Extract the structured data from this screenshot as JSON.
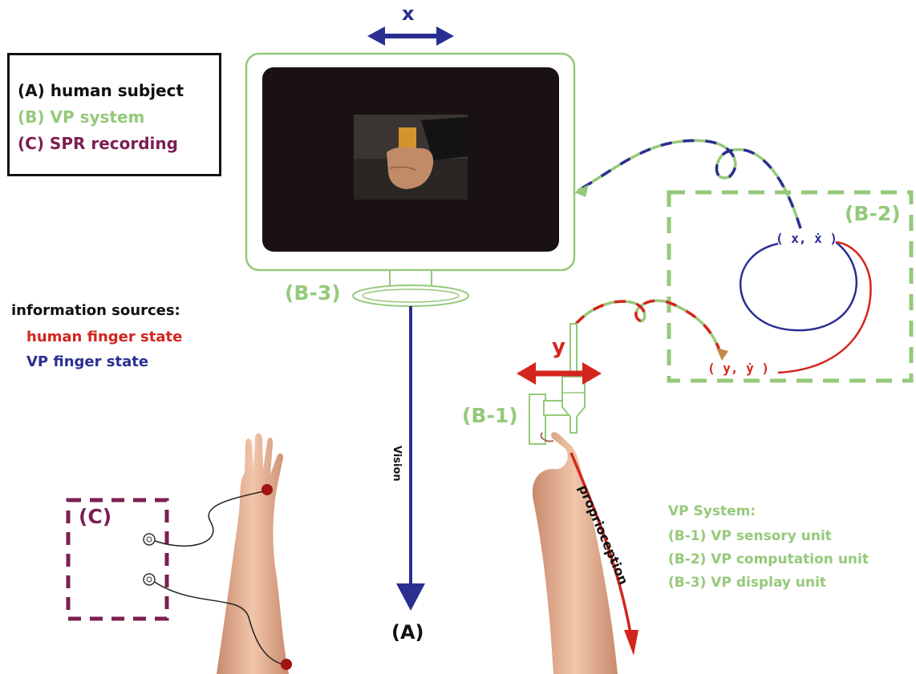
{
  "colors": {
    "black": "#111111",
    "green": "#95c97a",
    "purple": "#7d1f52",
    "red": "#d4251d",
    "blue": "#2b2f91",
    "screen": "#1a1212",
    "skin": "#e9b79a"
  },
  "legend": {
    "a": "(A) human subject",
    "b": "(B) VP system",
    "c": "(C) SPR recording"
  },
  "info_sources": {
    "title": "information sources:",
    "human": "human finger state",
    "vp": "VP finger state"
  },
  "labels": {
    "x_axis": "x",
    "y_axis": "y",
    "b1": "(B-1)",
    "b2": "(B-2)",
    "b3": "(B-3)",
    "c": "(C)",
    "a": "(A)",
    "vision": "Vision",
    "proprioception": "proprioception",
    "state_x": "( x, ẋ )",
    "state_y": "( y, ẏ )"
  },
  "vp_system": {
    "title": "VP System:",
    "b1": "(B-1) VP sensory unit",
    "b2": "(B-2) VP computation unit",
    "b3": "(B-3) VP display unit"
  },
  "icons": [
    "monitor-icon",
    "hand-photo",
    "forearm-left",
    "forearm-right",
    "sensor-device-icon",
    "electrode-icon"
  ]
}
